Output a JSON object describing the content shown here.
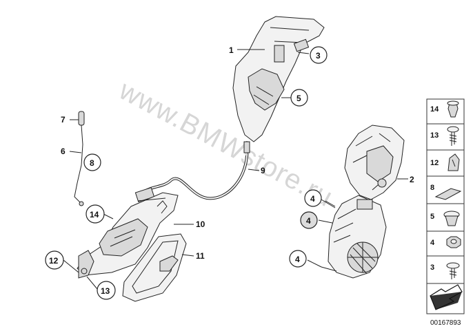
{
  "watermark": "www.BMWstore.ru",
  "callouts": {
    "c1": "1",
    "c2": "2",
    "c3": "3",
    "c4a": "4",
    "c4b": "4",
    "c4c": "4",
    "c5": "5",
    "c6": "6",
    "c7": "7",
    "c8": "8",
    "c9": "9",
    "c10": "10",
    "c11": "11",
    "c12": "12",
    "c13": "13",
    "c14": "14"
  },
  "side_legend": [
    "14",
    "13",
    "12",
    "8",
    "5",
    "4",
    "3"
  ],
  "diagram_code": "00167893"
}
